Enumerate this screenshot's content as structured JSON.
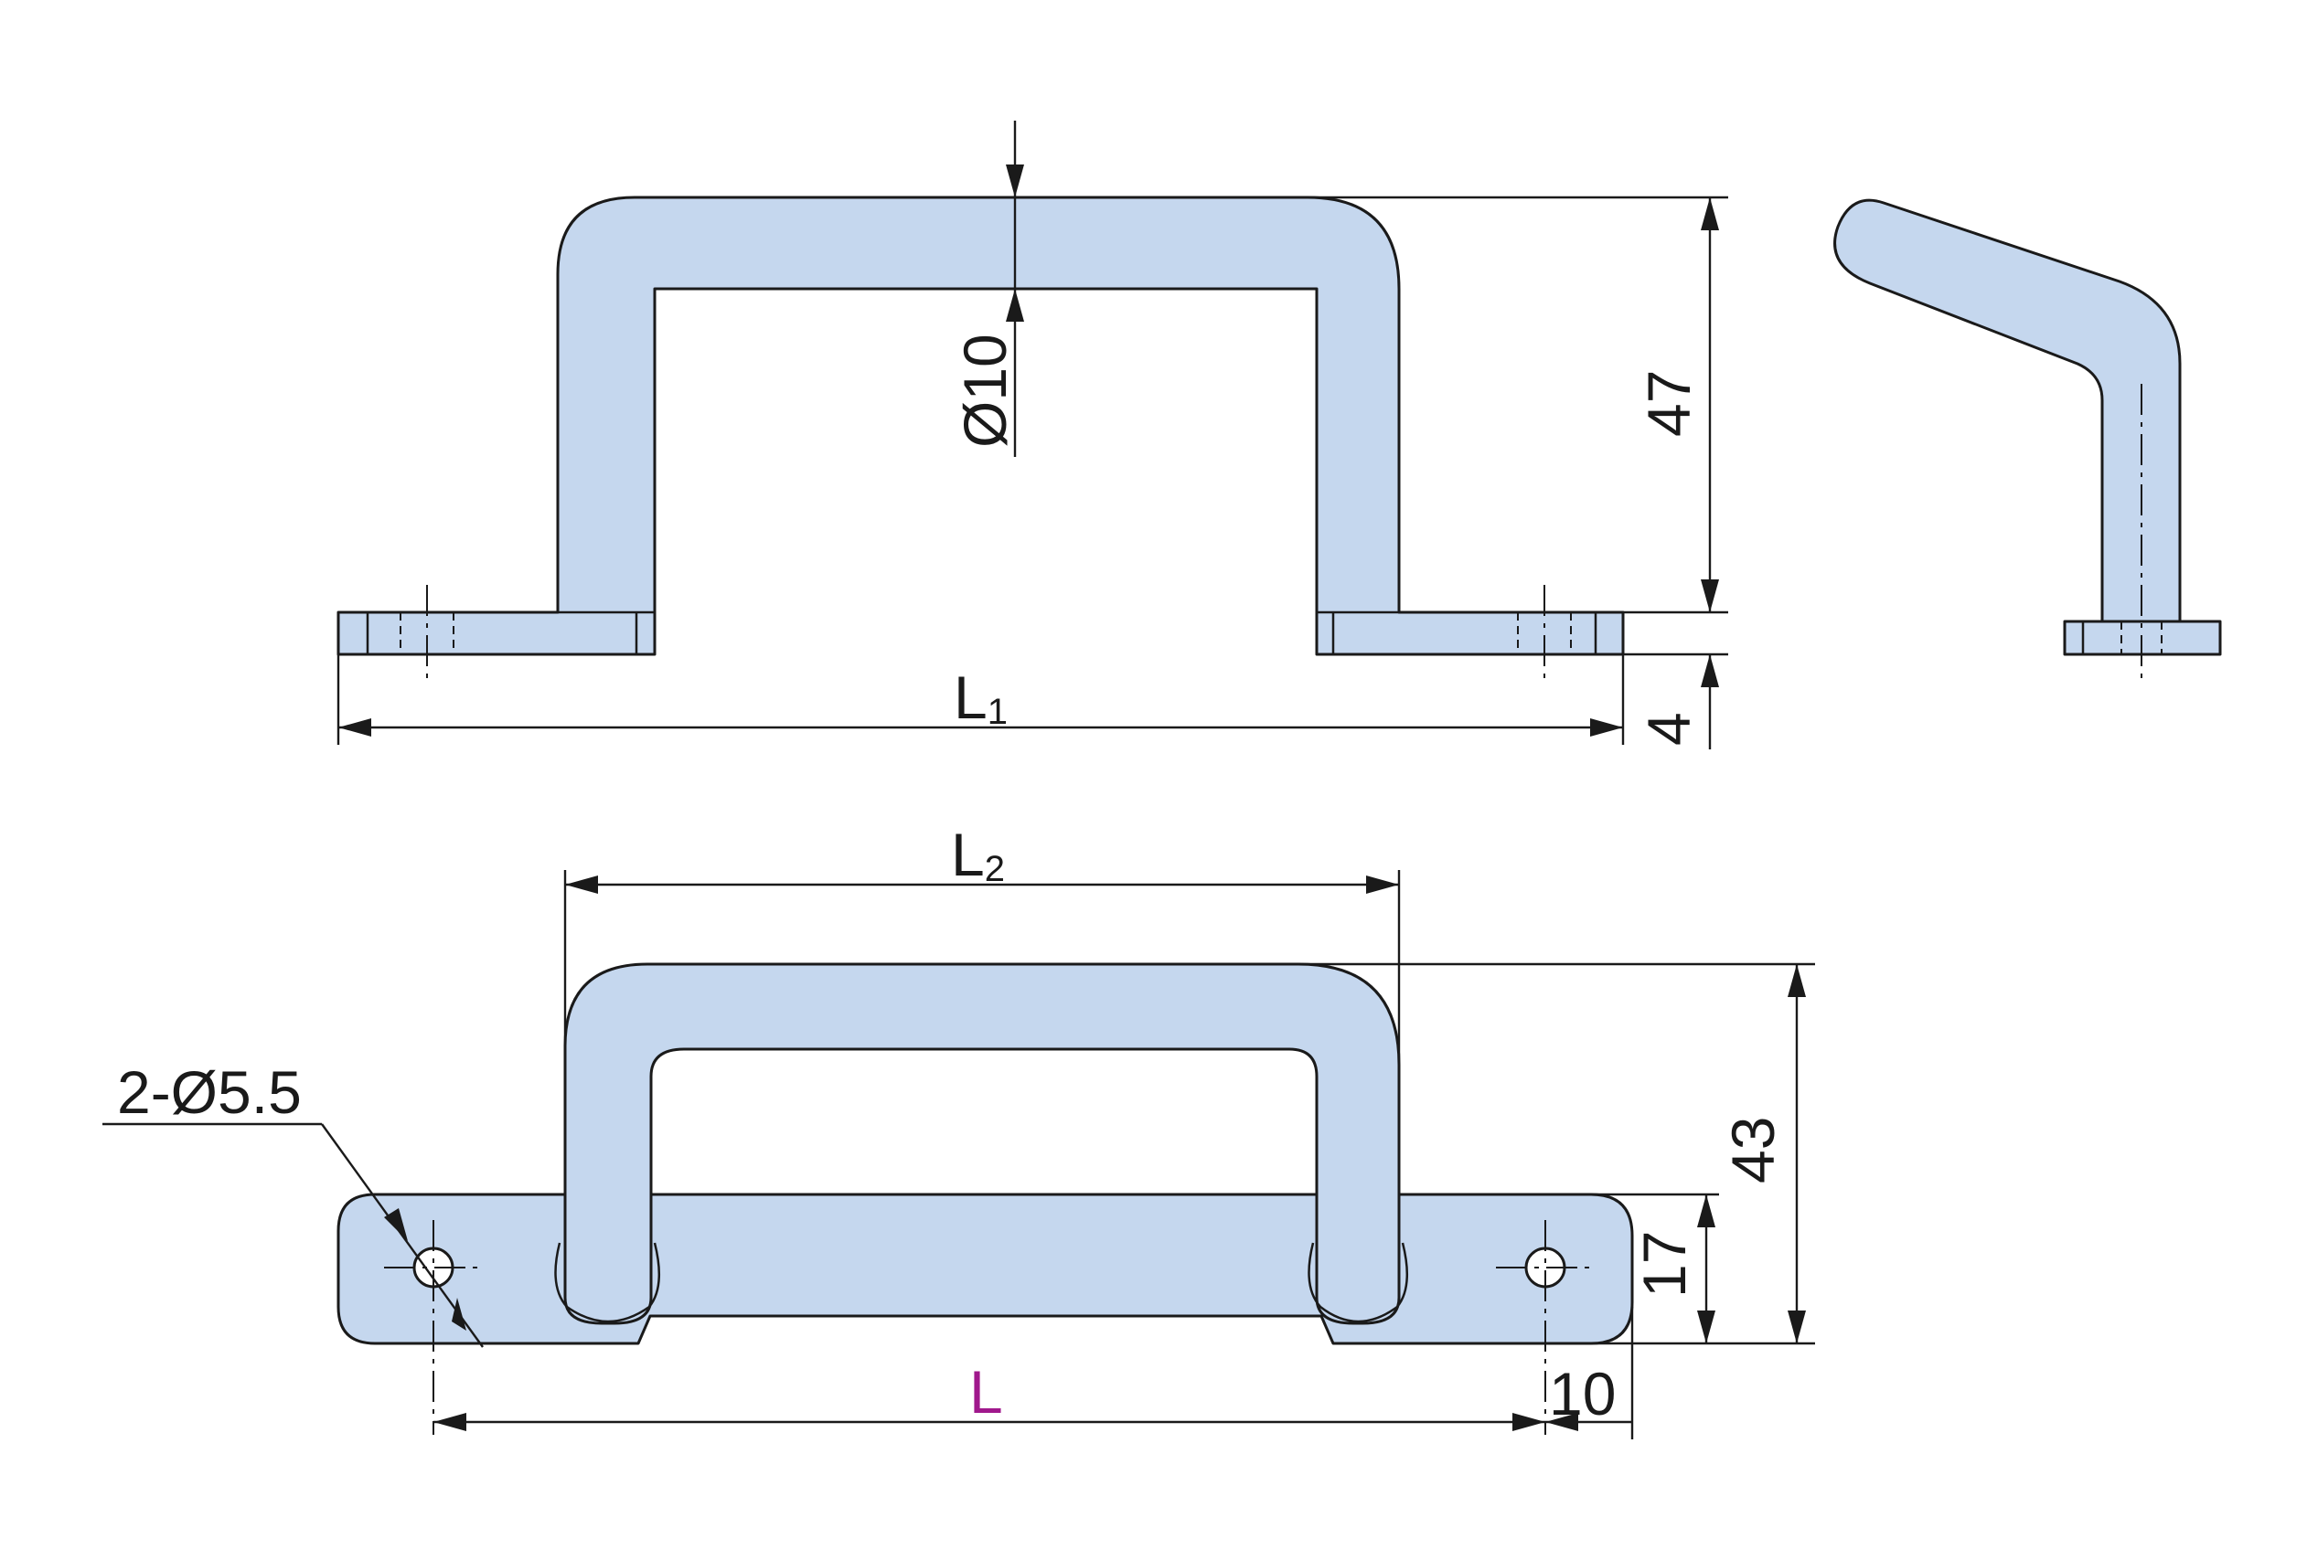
{
  "colors": {
    "part_fill": "#c5d7ee",
    "accent": "#a0188c"
  },
  "labels": {
    "diameter_rod": "Ø10",
    "height_top": "47",
    "plate_thickness": "4",
    "length_1": "L",
    "length_1_sub": "1",
    "length_2": "L",
    "length_2_sub": "2",
    "holes": "2-Ø5.5",
    "height_bottom": "43",
    "plate_width": "17",
    "hole_offset": "10",
    "length_total": "L"
  }
}
